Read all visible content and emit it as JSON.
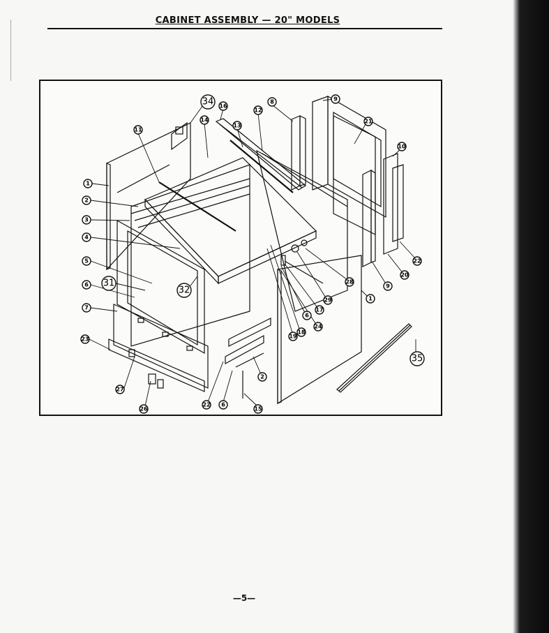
{
  "header": {
    "title": "CABINET ASSEMBLY — 20\" MODELS"
  },
  "page": {
    "number": "—5—"
  },
  "diagram": {
    "callouts": [
      {
        "label": "1"
      },
      {
        "label": "2"
      },
      {
        "label": "3"
      },
      {
        "label": "4"
      },
      {
        "label": "5"
      },
      {
        "label": "6"
      },
      {
        "label": "7"
      },
      {
        "label": "23"
      },
      {
        "label": "27"
      },
      {
        "label": "26"
      },
      {
        "label": "31"
      },
      {
        "label": "32"
      },
      {
        "label": "11"
      },
      {
        "label": "34"
      },
      {
        "label": "16"
      },
      {
        "label": "14"
      },
      {
        "label": "13"
      },
      {
        "label": "12"
      },
      {
        "label": "8"
      },
      {
        "label": "9"
      },
      {
        "label": "21"
      },
      {
        "label": "10"
      },
      {
        "label": "22"
      },
      {
        "label": "20"
      },
      {
        "label": "9"
      },
      {
        "label": "28"
      },
      {
        "label": "29"
      },
      {
        "label": "17"
      },
      {
        "label": "6"
      },
      {
        "label": "24"
      },
      {
        "label": "18"
      },
      {
        "label": "19"
      },
      {
        "label": "1"
      },
      {
        "label": "35"
      },
      {
        "label": "2"
      },
      {
        "label": "22"
      },
      {
        "label": "6"
      },
      {
        "label": "15"
      }
    ]
  }
}
